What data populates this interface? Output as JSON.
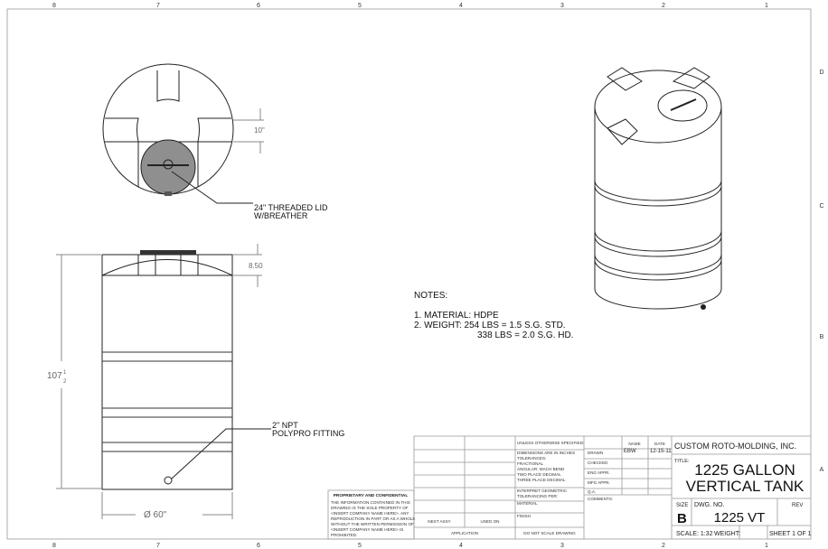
{
  "zones_top": [
    "8",
    "7",
    "6",
    "5",
    "4",
    "3",
    "2",
    "1"
  ],
  "zones_side": [
    "D",
    "C",
    "B",
    "A"
  ],
  "callouts": {
    "lid": [
      "24\" THREADED LID",
      "W/BREATHER"
    ],
    "fitting": [
      "2\" NPT",
      "POLYPRO FITTING"
    ]
  },
  "dims": {
    "rib": "10\"",
    "dome": "8.50",
    "height_whole": "107",
    "height_num": "1",
    "height_den": "2",
    "diameter": "Ø 60\""
  },
  "notes": {
    "title": "NOTES:",
    "items": [
      "1.   MATERIAL: HDPE",
      "2.   WEIGHT: 254 LBS = 1.5 S.G.  STD."
    ],
    "item2_cont": "338 LBS = 2.0 S.G.  HD."
  },
  "title_block": {
    "unless": "UNLESS OTHERWISE SPECIFIED:",
    "tolerances": [
      "DIMENSIONS ARE IN INCHES",
      "TOLERANCES:",
      "FRACTIONAL",
      "ANGULAR: MACH    BEND",
      "TWO PLACE DECIMAL",
      "THREE PLACE DECIMAL"
    ],
    "interpret": [
      "INTERPRET GEOMETRIC",
      "TOLERANCING PER:"
    ],
    "material": "MATERIAL",
    "finish": "FINISH",
    "next_assy": "NEXT ASSY",
    "used_on": "USED ON",
    "application": "APPLICATION",
    "do_not_scale": "DO NOT SCALE DRAWING",
    "col_name": "NAME",
    "col_date": "DATE",
    "rows": [
      {
        "label": "DRAWN",
        "name": "EBW",
        "date": "12-15-11"
      },
      {
        "label": "CHECKED",
        "name": "",
        "date": ""
      },
      {
        "label": "ENG APPR.",
        "name": "",
        "date": ""
      },
      {
        "label": "MFG APPR.",
        "name": "",
        "date": ""
      },
      {
        "label": "Q.A.",
        "name": "",
        "date": ""
      }
    ],
    "comments": "COMMENTS:",
    "company": "CUSTOM ROTO-MOLDING, INC.",
    "title_label": "TITLE:",
    "title_1": "1225 GALLON",
    "title_2": "VERTICAL TANK",
    "size_label": "SIZE",
    "size": "B",
    "dwg_label": "DWG.  NO.",
    "dwg_no": "1225 VT",
    "rev_label": "REV",
    "scale": "SCALE: 1:32",
    "weight": "WEIGHT:",
    "sheet": "SHEET 1 OF 1"
  },
  "proprietary": {
    "title": "PROPRIETARY AND CONFIDENTIAL",
    "lines": [
      "THE INFORMATION CONTAINED IN THIS",
      "DRAWING IS THE SOLE PROPERTY OF",
      "<INSERT COMPANY NAME HERE>.  ANY",
      "REPRODUCTION IN PART OR AS A WHOLE",
      "WITHOUT THE WRITTEN PERMISSION OF",
      "<INSERT COMPANY NAME HERE> IS",
      "PROHIBITED."
    ]
  }
}
